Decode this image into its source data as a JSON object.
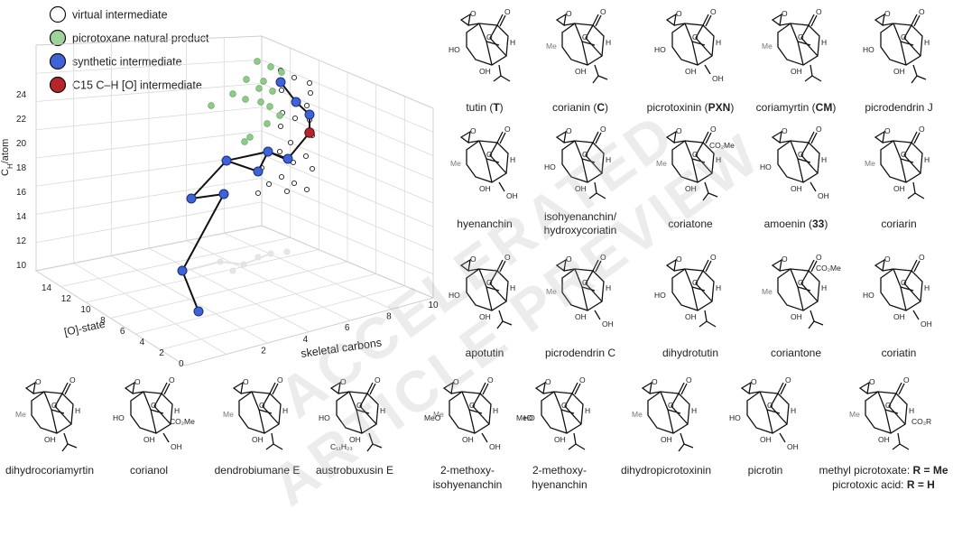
{
  "legend": [
    {
      "label": "virtual intermediate",
      "color": "#ffffff"
    },
    {
      "label": "picrotoxane natural product",
      "color": "#9ed39a"
    },
    {
      "label": "synthetic intermediate",
      "color": "#3f63d6"
    },
    {
      "label": "C15 C–H [O] intermediate",
      "color": "#b5252b"
    }
  ],
  "axes": {
    "y_label": "C_H/atom",
    "y_ticks": [
      "24",
      "22",
      "20",
      "18",
      "16",
      "14",
      "12",
      "10"
    ],
    "x_label": "skeletal carbons",
    "x_ticks": [
      "2",
      "4",
      "6",
      "8",
      "10"
    ],
    "z_label": "[O]-state",
    "z_ticks": [
      "14",
      "12",
      "10",
      "8",
      "6",
      "4",
      "2",
      "0"
    ]
  },
  "compounds": [
    {
      "name": "tutin (",
      "code": "T",
      "close": ")",
      "row": 0,
      "col": 0
    },
    {
      "name": "corianin (",
      "code": "C",
      "close": ")",
      "row": 0,
      "col": 1
    },
    {
      "name": "picrotoxinin (",
      "code": "PXN",
      "close": ")",
      "row": 0,
      "col": 2
    },
    {
      "name": "coriamyrtin (",
      "code": "CM",
      "close": ")",
      "row": 0,
      "col": 3
    },
    {
      "name": "picrodendrin J",
      "code": "",
      "close": "",
      "row": 0,
      "col": 4
    },
    {
      "name": "hyenanchin",
      "code": "",
      "close": "",
      "row": 1,
      "col": 0
    },
    {
      "name": "isohyenanchin/",
      "line2": "hydroxycoriatin",
      "code": "",
      "close": "",
      "row": 1,
      "col": 1
    },
    {
      "name": "coriatone",
      "code": "",
      "close": "",
      "row": 1,
      "col": 2
    },
    {
      "name": "amoenin (",
      "code": "33",
      "close": ")",
      "row": 1,
      "col": 3
    },
    {
      "name": "coriarin",
      "code": "",
      "close": "",
      "row": 1,
      "col": 4
    },
    {
      "name": "apotutin",
      "code": "",
      "close": "",
      "row": 2,
      "col": 0
    },
    {
      "name": "picrodendrin C",
      "code": "",
      "close": "",
      "row": 2,
      "col": 1
    },
    {
      "name": "dihydrotutin",
      "code": "",
      "close": "",
      "row": 2,
      "col": 2
    },
    {
      "name": "coriantone",
      "code": "",
      "close": "",
      "row": 2,
      "col": 3
    },
    {
      "name": "coriatin",
      "code": "",
      "close": "",
      "row": 2,
      "col": 4
    }
  ],
  "bottom_compounds": [
    {
      "name": "dihydrocoriamyrtin"
    },
    {
      "name": "corianol"
    },
    {
      "name": "dendrobiumane E"
    },
    {
      "name": "austrobuxusin E"
    },
    {
      "name": "2-methoxy-",
      "line2": "isohyenanchin"
    },
    {
      "name": "2-methoxy-",
      "line2": "hyenanchin"
    },
    {
      "name": "dihydropicrotoxinin"
    },
    {
      "name": "picrotin"
    },
    {
      "name": "methyl picrotoxate: ",
      "rbold": "R = Me",
      "line2": "picrotoxic acid: ",
      "rbold2": "R = H"
    }
  ],
  "struct_labels": {
    "oh": "OH",
    "h": "H",
    "me": "Me",
    "ho": "HO",
    "o": "O",
    "co2me": "CO₂Me",
    "meo": "MeO",
    "c11h23": "C₁₁H₂₃",
    "co2r": "CO₂R"
  },
  "watermark": "ACCELERATED ARTICLE PREVIEW"
}
